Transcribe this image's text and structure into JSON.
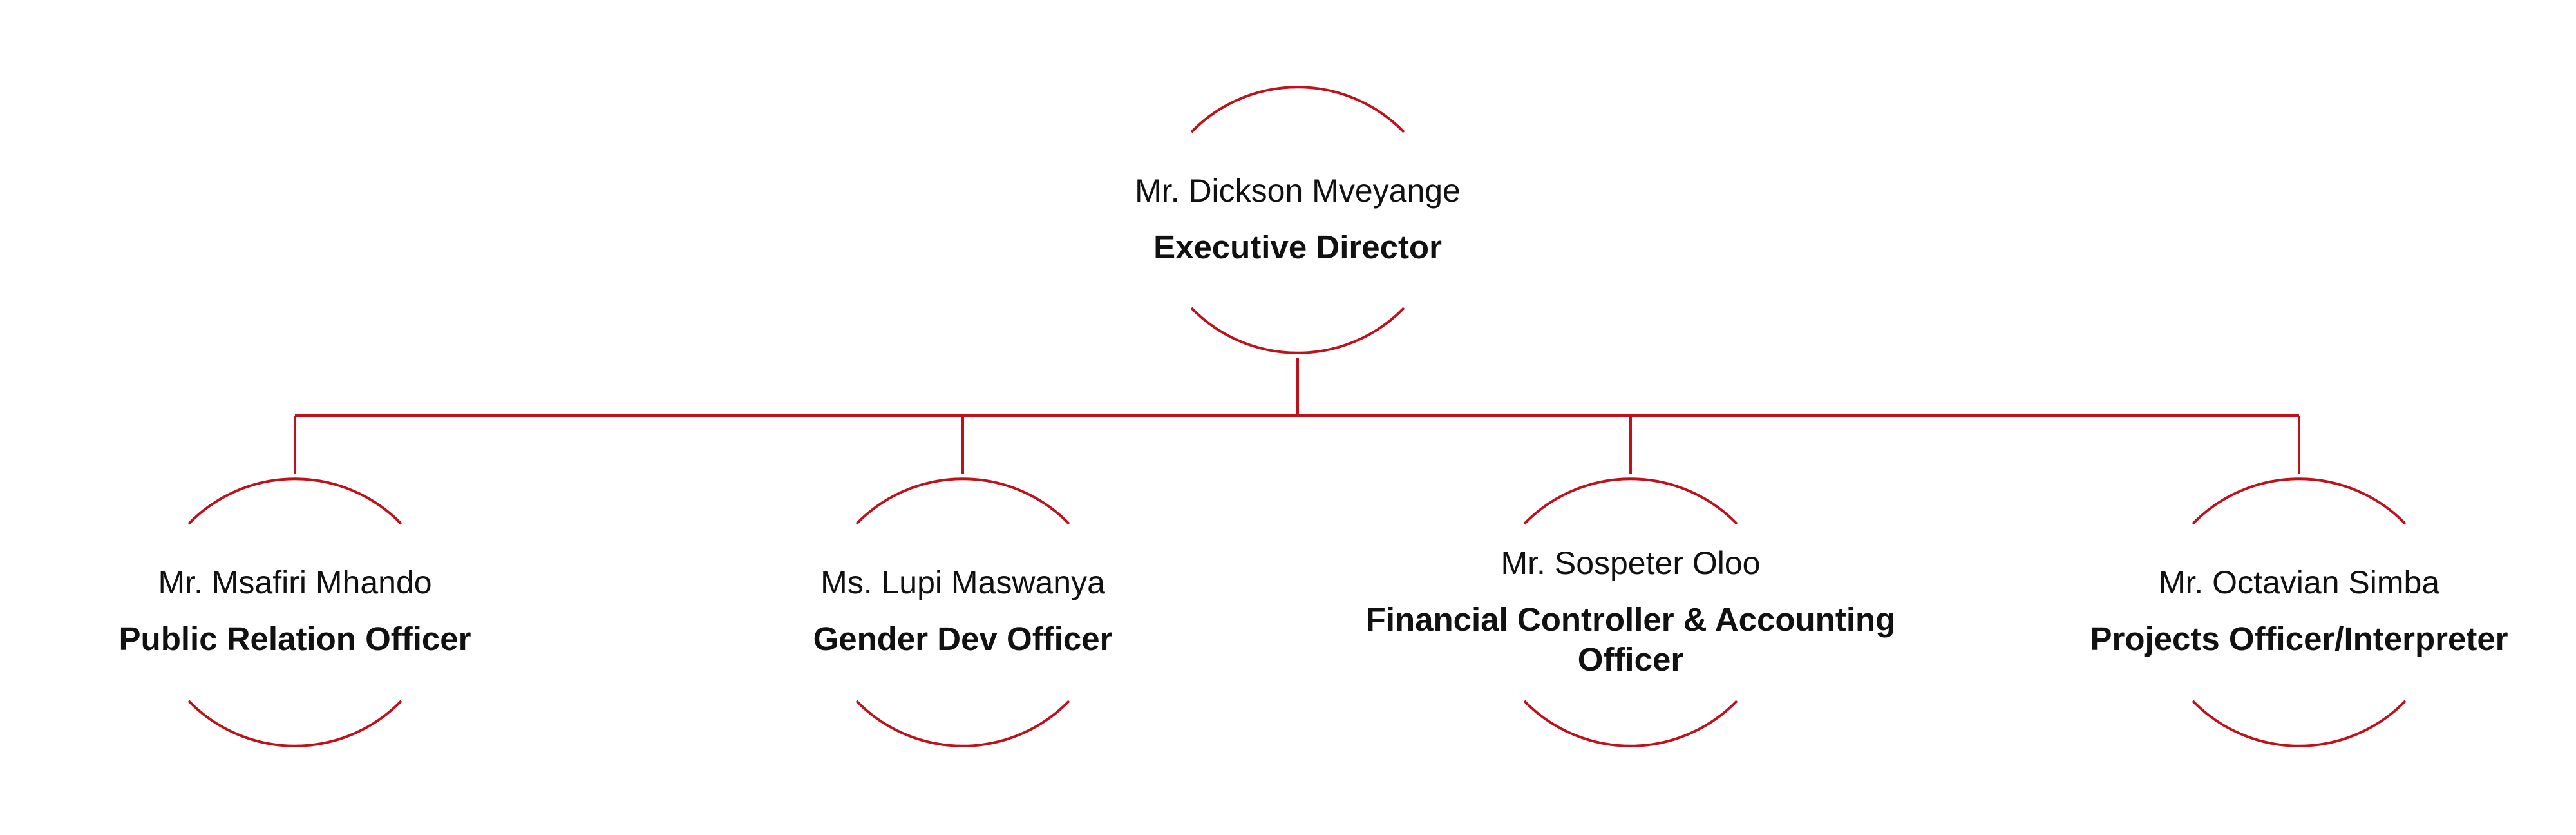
{
  "colors": {
    "line": "#c0101b",
    "text": "#111111",
    "background": "#ffffff"
  },
  "root": {
    "name": "Mr. Dickson Mveyange",
    "title": "Executive Director"
  },
  "children": [
    {
      "name": "Mr. Msafiri Mhando",
      "title": "Public Relation Officer"
    },
    {
      "name": "Ms. Lupi Maswanya",
      "title": "Gender Dev Officer"
    },
    {
      "name": "Mr. Sospeter Oloo",
      "title": "Financial Controller & Accounting Officer"
    },
    {
      "name": "Mr. Octavian Simba",
      "title": "Projects Officer/Interpreter"
    }
  ]
}
